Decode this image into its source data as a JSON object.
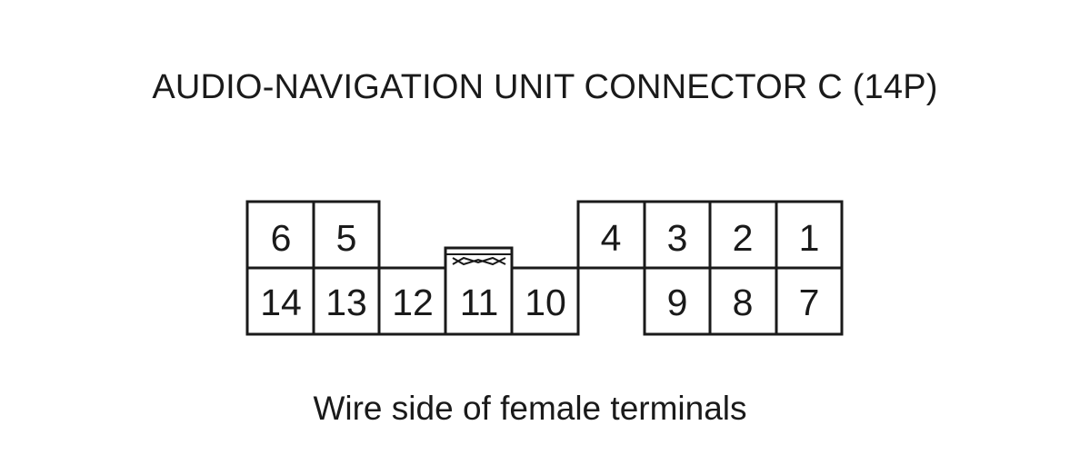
{
  "title": "AUDIO-NAVIGATION UNIT CONNECTOR C (14P)",
  "caption": "Wire side of female terminals",
  "colors": {
    "line": "#1a1a1a",
    "background": "#ffffff"
  },
  "pins": {
    "p1": "1",
    "p2": "2",
    "p3": "3",
    "p4": "4",
    "p5": "5",
    "p6": "6",
    "p7": "7",
    "p8": "8",
    "p9": "9",
    "p10": "10",
    "p11": "11",
    "p12": "12",
    "p13": "13",
    "p14": "14"
  }
}
